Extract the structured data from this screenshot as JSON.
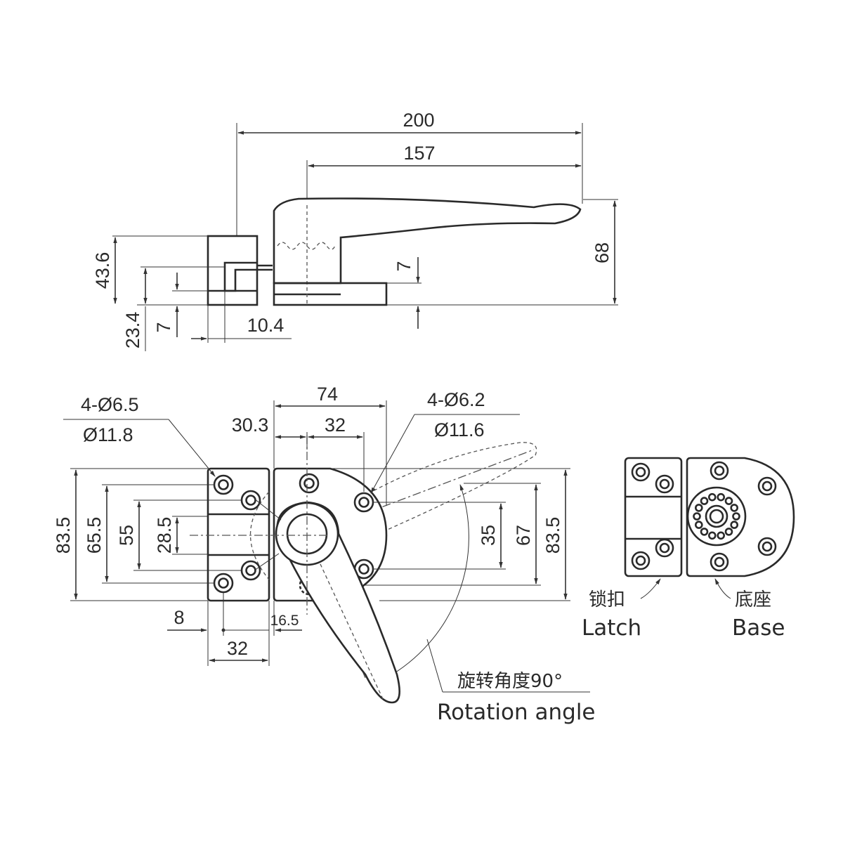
{
  "side_view": {
    "dim_overall_length": "200",
    "dim_handle_length": "157",
    "dim_height": "68",
    "dim_base_height": "43.6",
    "dim_base_lower": "23.4",
    "dim_plate_thickness_left": "7",
    "dim_plate_thickness_right": "7",
    "dim_gap": "10.4"
  },
  "front_view": {
    "latch_holes_note": "4-Ø6.5",
    "latch_counterbore_note": "Ø11.8",
    "base_holes_note": "4-Ø6.2",
    "base_counterbore_note": "Ø11.6",
    "dim_base_width": "74",
    "dim_offset": "30.3",
    "dim_hole_spacing_top": "32",
    "dim_latch_height_outer": "83.5",
    "dim_latch_height_65": "65.5",
    "dim_latch_height_55": "55",
    "dim_latch_height_28": "28.5",
    "dim_base_hole_spacing": "35",
    "dim_base_height_67": "67",
    "dim_base_height_outer": "83.5",
    "dim_left_8": "8",
    "dim_latch_width": "32",
    "dim_gap_16": "16.5",
    "rotation_label_cn": "旋转角度90°",
    "rotation_label_en": "Rotation angle"
  },
  "legend": {
    "latch_cn": "锁扣",
    "latch_en": "Latch",
    "base_cn": "底座",
    "base_en": "Base"
  }
}
